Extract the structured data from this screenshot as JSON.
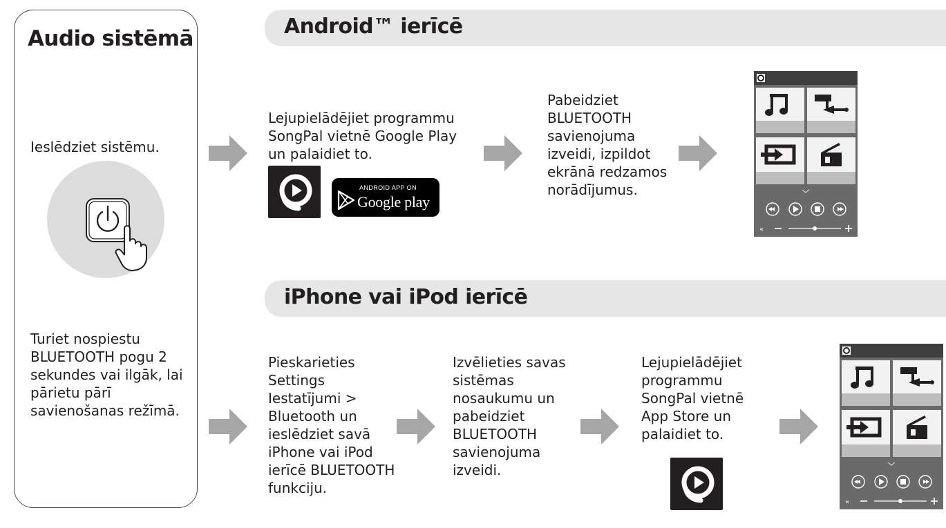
{
  "left_panel": {
    "title": "Audio sistēmā",
    "step_power": "Ieslēdziet sistēmu.",
    "step_bluetooth": "Turiet nospiestu BLUETOOTH pogu 2 sekundes vai ilgāk, lai pārietu pārī savienošanas režīmā."
  },
  "android": {
    "heading": "Android™ ierīcē",
    "steps": [
      "Lejupielādējiet programmu SongPal vietnē Google Play un palaidiet to.",
      "Pabeidziet BLUETOOTH savienojuma izveidi, izpildot ekrānā redzamos norādījumus."
    ],
    "badge_top": "ANDROID APP ON",
    "badge_name": "Google play"
  },
  "ios": {
    "heading": "iPhone vai iPod ierīcē",
    "steps": [
      "Pieskarieties Settings Iestatījumi > Bluetooth un ieslēdziet savā iPhone vai iPod ierīcē BLUETOOTH funkciju.",
      "Izvēlieties savas sistēmas nosaukumu un pabeidziet BLUETOOTH savienojuma izveidi.",
      "Lejupielādējiet programmu SongPal vietnē App Store un palaidiet to."
    ]
  },
  "colors": {
    "arrow": "#a6a6a6",
    "banner": "#e6e6e6",
    "power_circle": "#dcdcdc",
    "phone_body": "#6a6a6a",
    "phone_tile": "#f2f2f2",
    "text": "#231f20"
  },
  "icons": [
    "power-button-icon",
    "pointing-hand-icon",
    "songpal-icon",
    "google-play-icon",
    "music-note-icon",
    "usb-icon",
    "input-icon",
    "radio-icon",
    "play-icon"
  ]
}
